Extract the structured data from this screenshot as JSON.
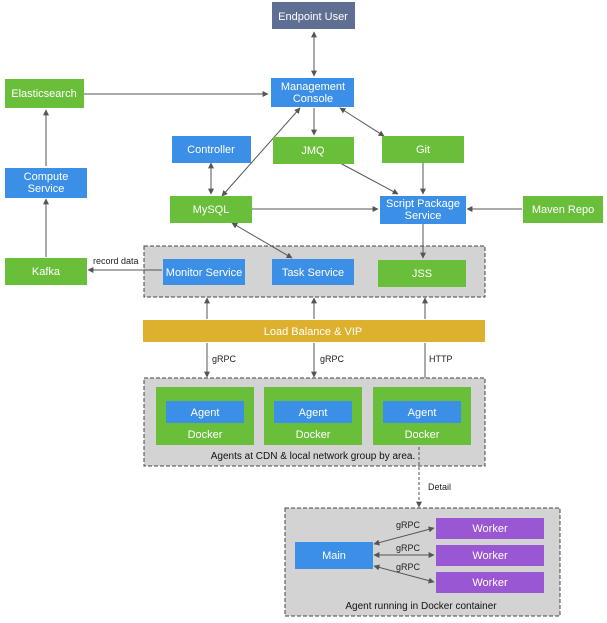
{
  "colors": {
    "green": "#6abf3a",
    "blue": "#3b8fe6",
    "slate": "#5f6e93",
    "gold": "#ddb02e",
    "purple": "#9a57d4",
    "group_fill": "#d3d3d3",
    "group_border": "#555555",
    "arrow": "#555555"
  },
  "nodes": {
    "endpoint_user": "Endpoint User",
    "management_console_1": "Management",
    "management_console_2": "Console",
    "elasticsearch": "Elasticsearch",
    "controller": "Controller",
    "jmq": "JMQ",
    "git": "Git",
    "compute_service_1": "Compute",
    "compute_service_2": "Service",
    "mysql": "MySQL",
    "script_package_service_1": "Script Package",
    "script_package_service_2": "Service",
    "maven_repo": "Maven Repo",
    "kafka": "Kafka",
    "monitor_service": "Monitor Service",
    "task_service": "Task Service",
    "jss": "JSS",
    "load_balance": "Load Balance & VIP",
    "agent": "Agent",
    "docker": "Docker",
    "main": "Main",
    "worker": "Worker"
  },
  "edge_labels": {
    "record_data": "record data",
    "grpc": "gRPC",
    "http": "HTTP",
    "detail": "Detail"
  },
  "groups": {
    "agents_caption": "Agents at CDN & local network group by area.",
    "docker_caption": "Agent running in Docker container"
  }
}
